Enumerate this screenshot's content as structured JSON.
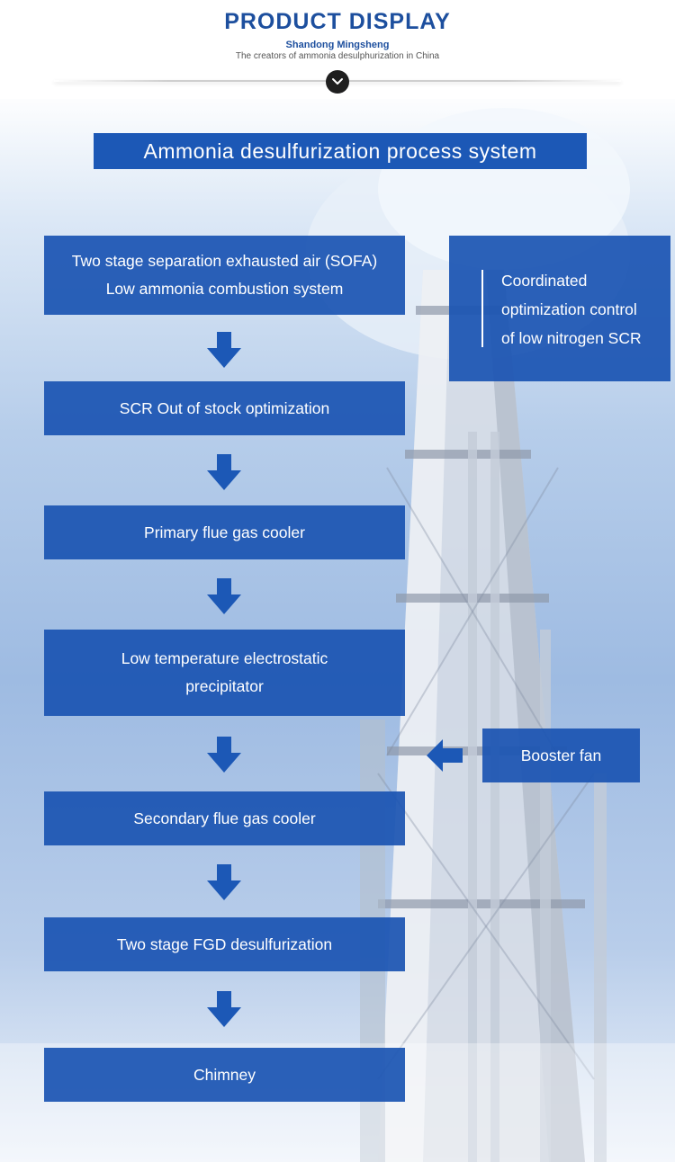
{
  "header": {
    "title": "PRODUCT DISPLAY",
    "company": "Shandong Mingsheng",
    "tagline": "The creators of ammonia desulphurization in China"
  },
  "banner": {
    "title": "Ammonia desulfurization process system"
  },
  "flow": {
    "steps": [
      {
        "lines": [
          "Two stage separation exhausted air (SOFA)",
          "Low ammonia combustion system"
        ]
      },
      {
        "lines": [
          "SCR Out of stock optimization"
        ]
      },
      {
        "lines": [
          "Primary flue gas cooler"
        ]
      },
      {
        "lines": [
          "Low temperature electrostatic",
          "precipitator"
        ]
      },
      {
        "lines": [
          "Secondary flue gas cooler"
        ]
      },
      {
        "lines": [
          "Two stage FGD desulfurization"
        ]
      },
      {
        "lines": [
          "Chimney"
        ]
      }
    ],
    "side_box": {
      "lines": [
        "Coordinated",
        "optimization control",
        "of low nitrogen SCR"
      ]
    },
    "booster": {
      "label": "Booster fan"
    }
  },
  "colors": {
    "box_blue": "#1a54b2",
    "title_blue": "#1d4f9e",
    "arrow_blue": "#1c58b6"
  },
  "icons": {
    "header_button": "chevron-down-icon",
    "flow_arrow": "arrow-down-icon",
    "booster_arrow": "arrow-left-icon"
  }
}
